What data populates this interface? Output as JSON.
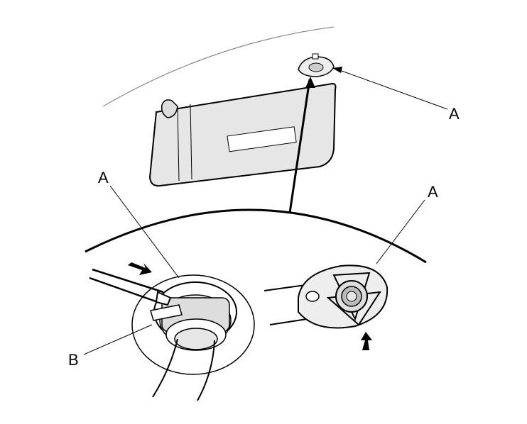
{
  "callouts": {
    "top_right": "A",
    "middle_left": "A",
    "middle_right": "A",
    "bottom_left": "B"
  },
  "colors": {
    "line": "#000000",
    "panel_fill": "#e6e6e6",
    "paper": "#ffffff"
  }
}
